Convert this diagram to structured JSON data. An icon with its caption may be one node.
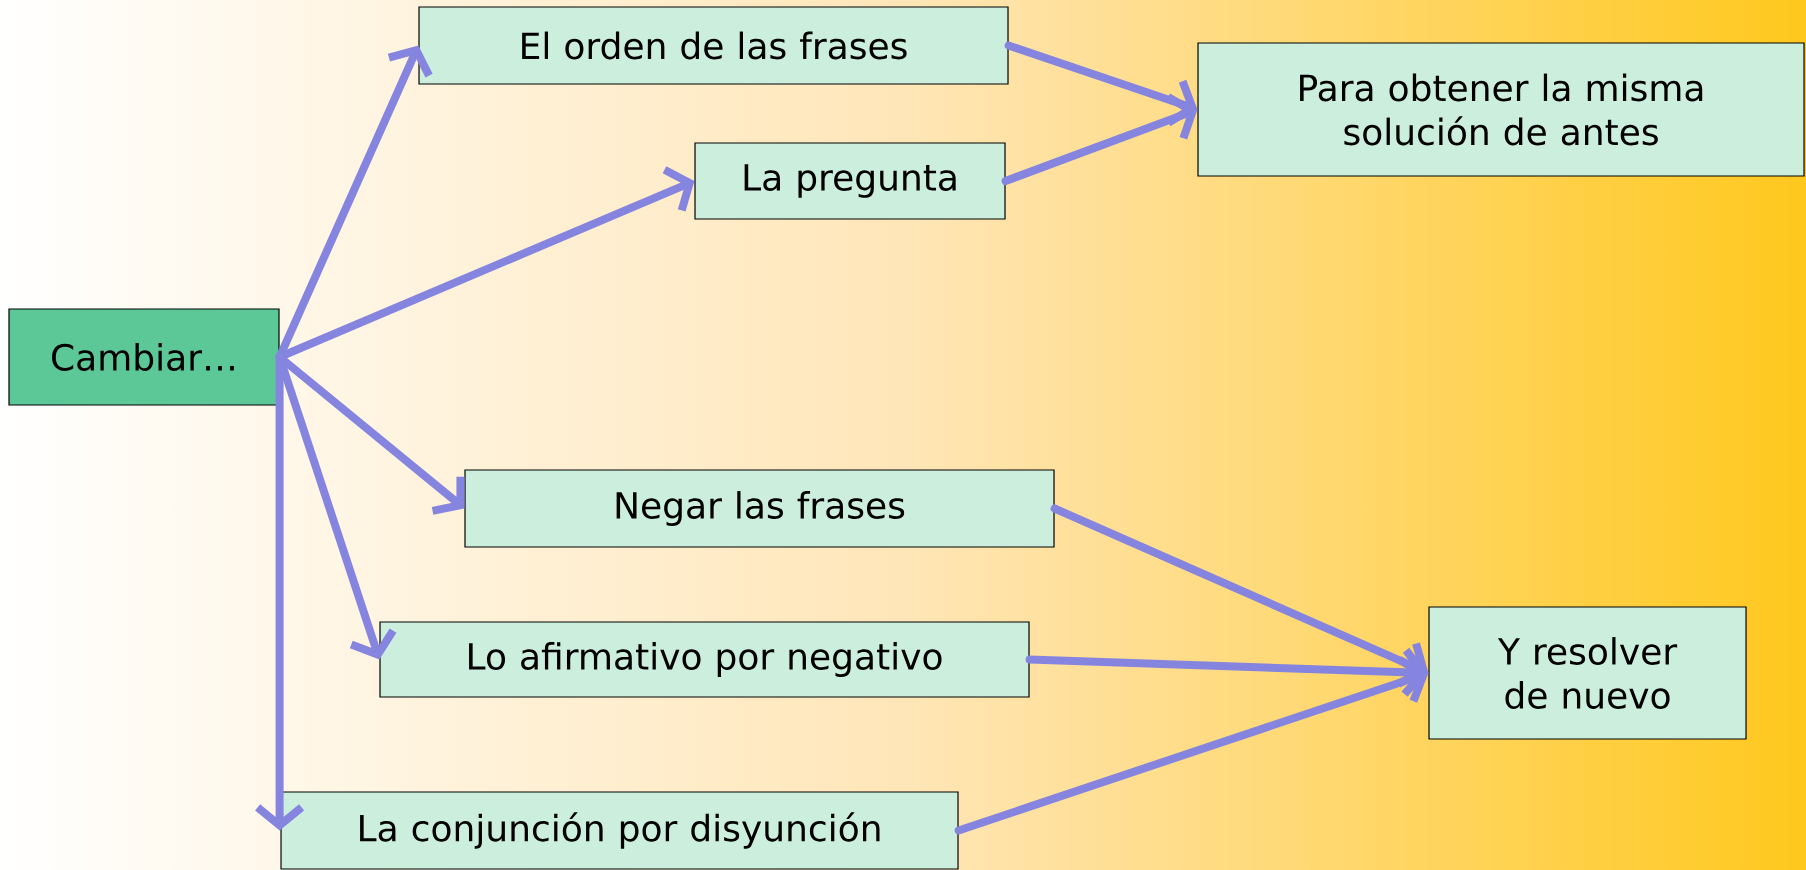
{
  "diagram": {
    "nodes": [
      {
        "text": [
          "Cambiar…"
        ]
      },
      {
        "text": [
          "El orden de las frases"
        ]
      },
      {
        "text": [
          "La pregunta"
        ]
      },
      {
        "text": [
          "Para obtener la misma solución de antes"
        ]
      },
      {
        "text": [
          "Negar las frases"
        ]
      },
      {
        "text": [
          "Lo afirmativo por negativo"
        ]
      },
      {
        "text": [
          "La conjunción por disyunción"
        ]
      },
      {
        "text": [
          "Y resolver de nuevo"
        ]
      }
    ],
    "edges": [
      {
        "from": 0,
        "to": 1,
        "arrow": "to"
      },
      {
        "from": 0,
        "to": 2,
        "arrow": "to"
      },
      {
        "from": 0,
        "to": 4,
        "arrow": "to"
      },
      {
        "from": 0,
        "to": 5,
        "arrow": "to"
      },
      {
        "from": 0,
        "to": 6,
        "arrow": "to"
      },
      {
        "from": 1,
        "to": 3,
        "arrow": "to"
      },
      {
        "from": 2,
        "to": 3,
        "arrow": "to"
      },
      {
        "from": 4,
        "to": 7,
        "arrow": "to"
      },
      {
        "from": 5,
        "to": 7,
        "arrow": "to"
      },
      {
        "from": 6,
        "to": 7,
        "arrow": "to"
      }
    ]
  }
}
